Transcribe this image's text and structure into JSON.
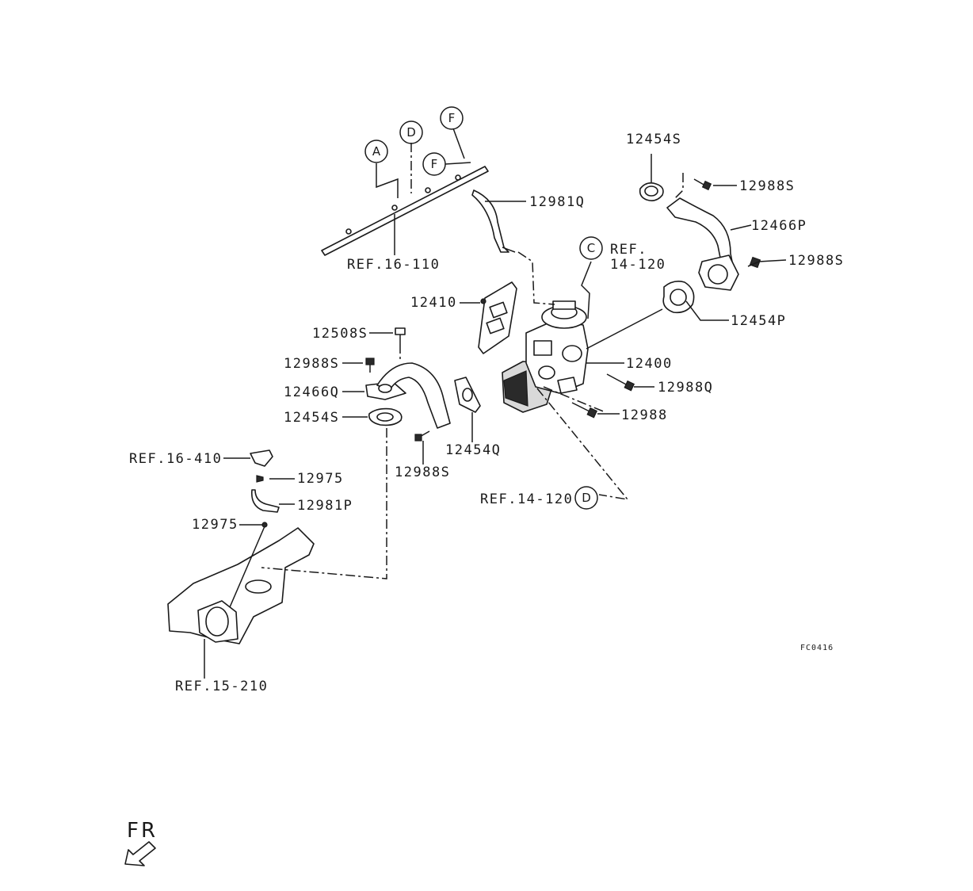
{
  "labels": {
    "p12454S_top": "12454S",
    "p12988S_top": "12988S",
    "p12466P": "12466P",
    "p12988S_right": "12988S",
    "p12454P": "12454P",
    "ref_14_120_a": "REF.",
    "ref_14_120_b": "14-120",
    "p12981Q": "12981Q",
    "ref_16_110": "REF.16-110",
    "p12410": "12410",
    "p12508S": "12508S",
    "p12988S_left": "12988S",
    "p12466Q": "12466Q",
    "p12454S_left": "12454S",
    "p12400": "12400",
    "p12988Q": "12988Q",
    "p12988": "12988",
    "p12454Q": "12454Q",
    "p12988S_bottom": "12988S",
    "ref_16_410": "REF.16-410",
    "p12975_a": "12975",
    "p12981P": "12981P",
    "p12975_b": "12975",
    "ref_14_120_d": "REF.14-120",
    "ref_15_210": "REF.15-210",
    "fig_code": "FC0416",
    "direction": "FR"
  },
  "circles": {
    "A": "A",
    "D_top": "D",
    "F_top": "F",
    "F_mid": "F",
    "C": "C",
    "D_bottom": "D"
  }
}
